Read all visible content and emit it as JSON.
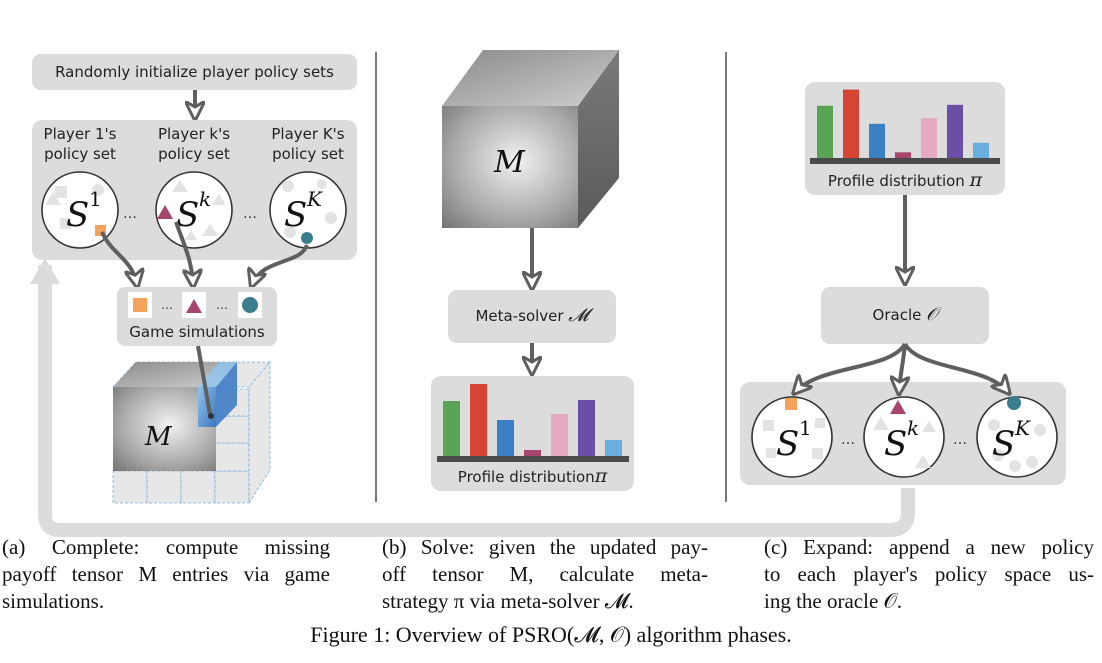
{
  "panel_a": {
    "init_box": "Randomly initialize player policy sets",
    "player_1_set": "Player 1's policy set",
    "player_k_set": "Player k's policy set",
    "player_K_set": "Player K's policy set",
    "game_sim": "Game simulations",
    "tensor_label": "M",
    "ellipsis": "..."
  },
  "panel_b": {
    "tensor_label": "M",
    "meta_solver": "Meta-solver",
    "meta_solver_sym": "𝓜",
    "profile": "Profile distribution",
    "pi": "π"
  },
  "panel_c": {
    "profile": "Profile distribution",
    "pi": "π",
    "oracle": "Oracle",
    "oracle_sym": "𝒪"
  },
  "colors": {
    "box_gray": "#dcdcdc",
    "arrow_gray": "#5f5f5f",
    "orange": "#f5a25d",
    "magenta": "#a8456f",
    "teal": "#3a7d8c",
    "bars": [
      "#5aa555",
      "#d64534",
      "#3b7fc4",
      "#a8456f",
      "#e6a9c4",
      "#6b4fa6",
      "#6aaee0"
    ]
  },
  "bar_heights": [
    0.55,
    0.72,
    0.36,
    0.06,
    0.42,
    0.56,
    0.16
  ],
  "captions": {
    "a_line1": "(a) Complete:  compute missing",
    "a_line2": "payoff tensor M entries via game",
    "a_line3": "simulations.",
    "b_line1": "(b) Solve: given the updated pay-",
    "b_line2": "off tensor M, calculate meta-",
    "b_line3": "strategy π via meta-solver 𝓜.",
    "c_line1": "(c) Expand: append a new policy",
    "c_line2": "to each player's policy space us-",
    "c_line3": "ing the oracle 𝒪.",
    "figure": "Figure 1: Overview of PSRO(𝓜, 𝒪) algorithm phases."
  }
}
